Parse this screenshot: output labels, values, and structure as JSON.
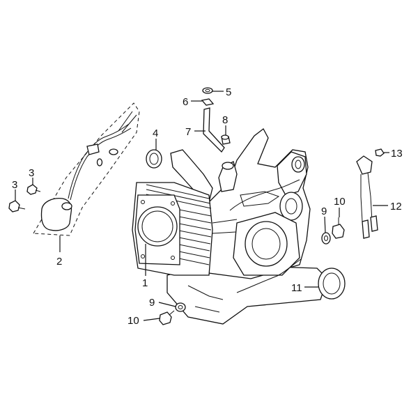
{
  "diagram": {
    "callouts": [
      {
        "id": "c1",
        "text": "1"
      },
      {
        "id": "c2",
        "text": "2"
      },
      {
        "id": "c3a",
        "text": "3"
      },
      {
        "id": "c3b",
        "text": "3"
      },
      {
        "id": "c4",
        "text": "4"
      },
      {
        "id": "c5",
        "text": "5"
      },
      {
        "id": "c6",
        "text": "6"
      },
      {
        "id": "c7",
        "text": "7"
      },
      {
        "id": "c8",
        "text": "8"
      },
      {
        "id": "c9a",
        "text": "9"
      },
      {
        "id": "c9b",
        "text": "9"
      },
      {
        "id": "c10a",
        "text": "10"
      },
      {
        "id": "c10b",
        "text": "10"
      },
      {
        "id": "c11",
        "text": "11"
      },
      {
        "id": "c12",
        "text": "12"
      },
      {
        "id": "c13",
        "text": "13"
      }
    ]
  }
}
